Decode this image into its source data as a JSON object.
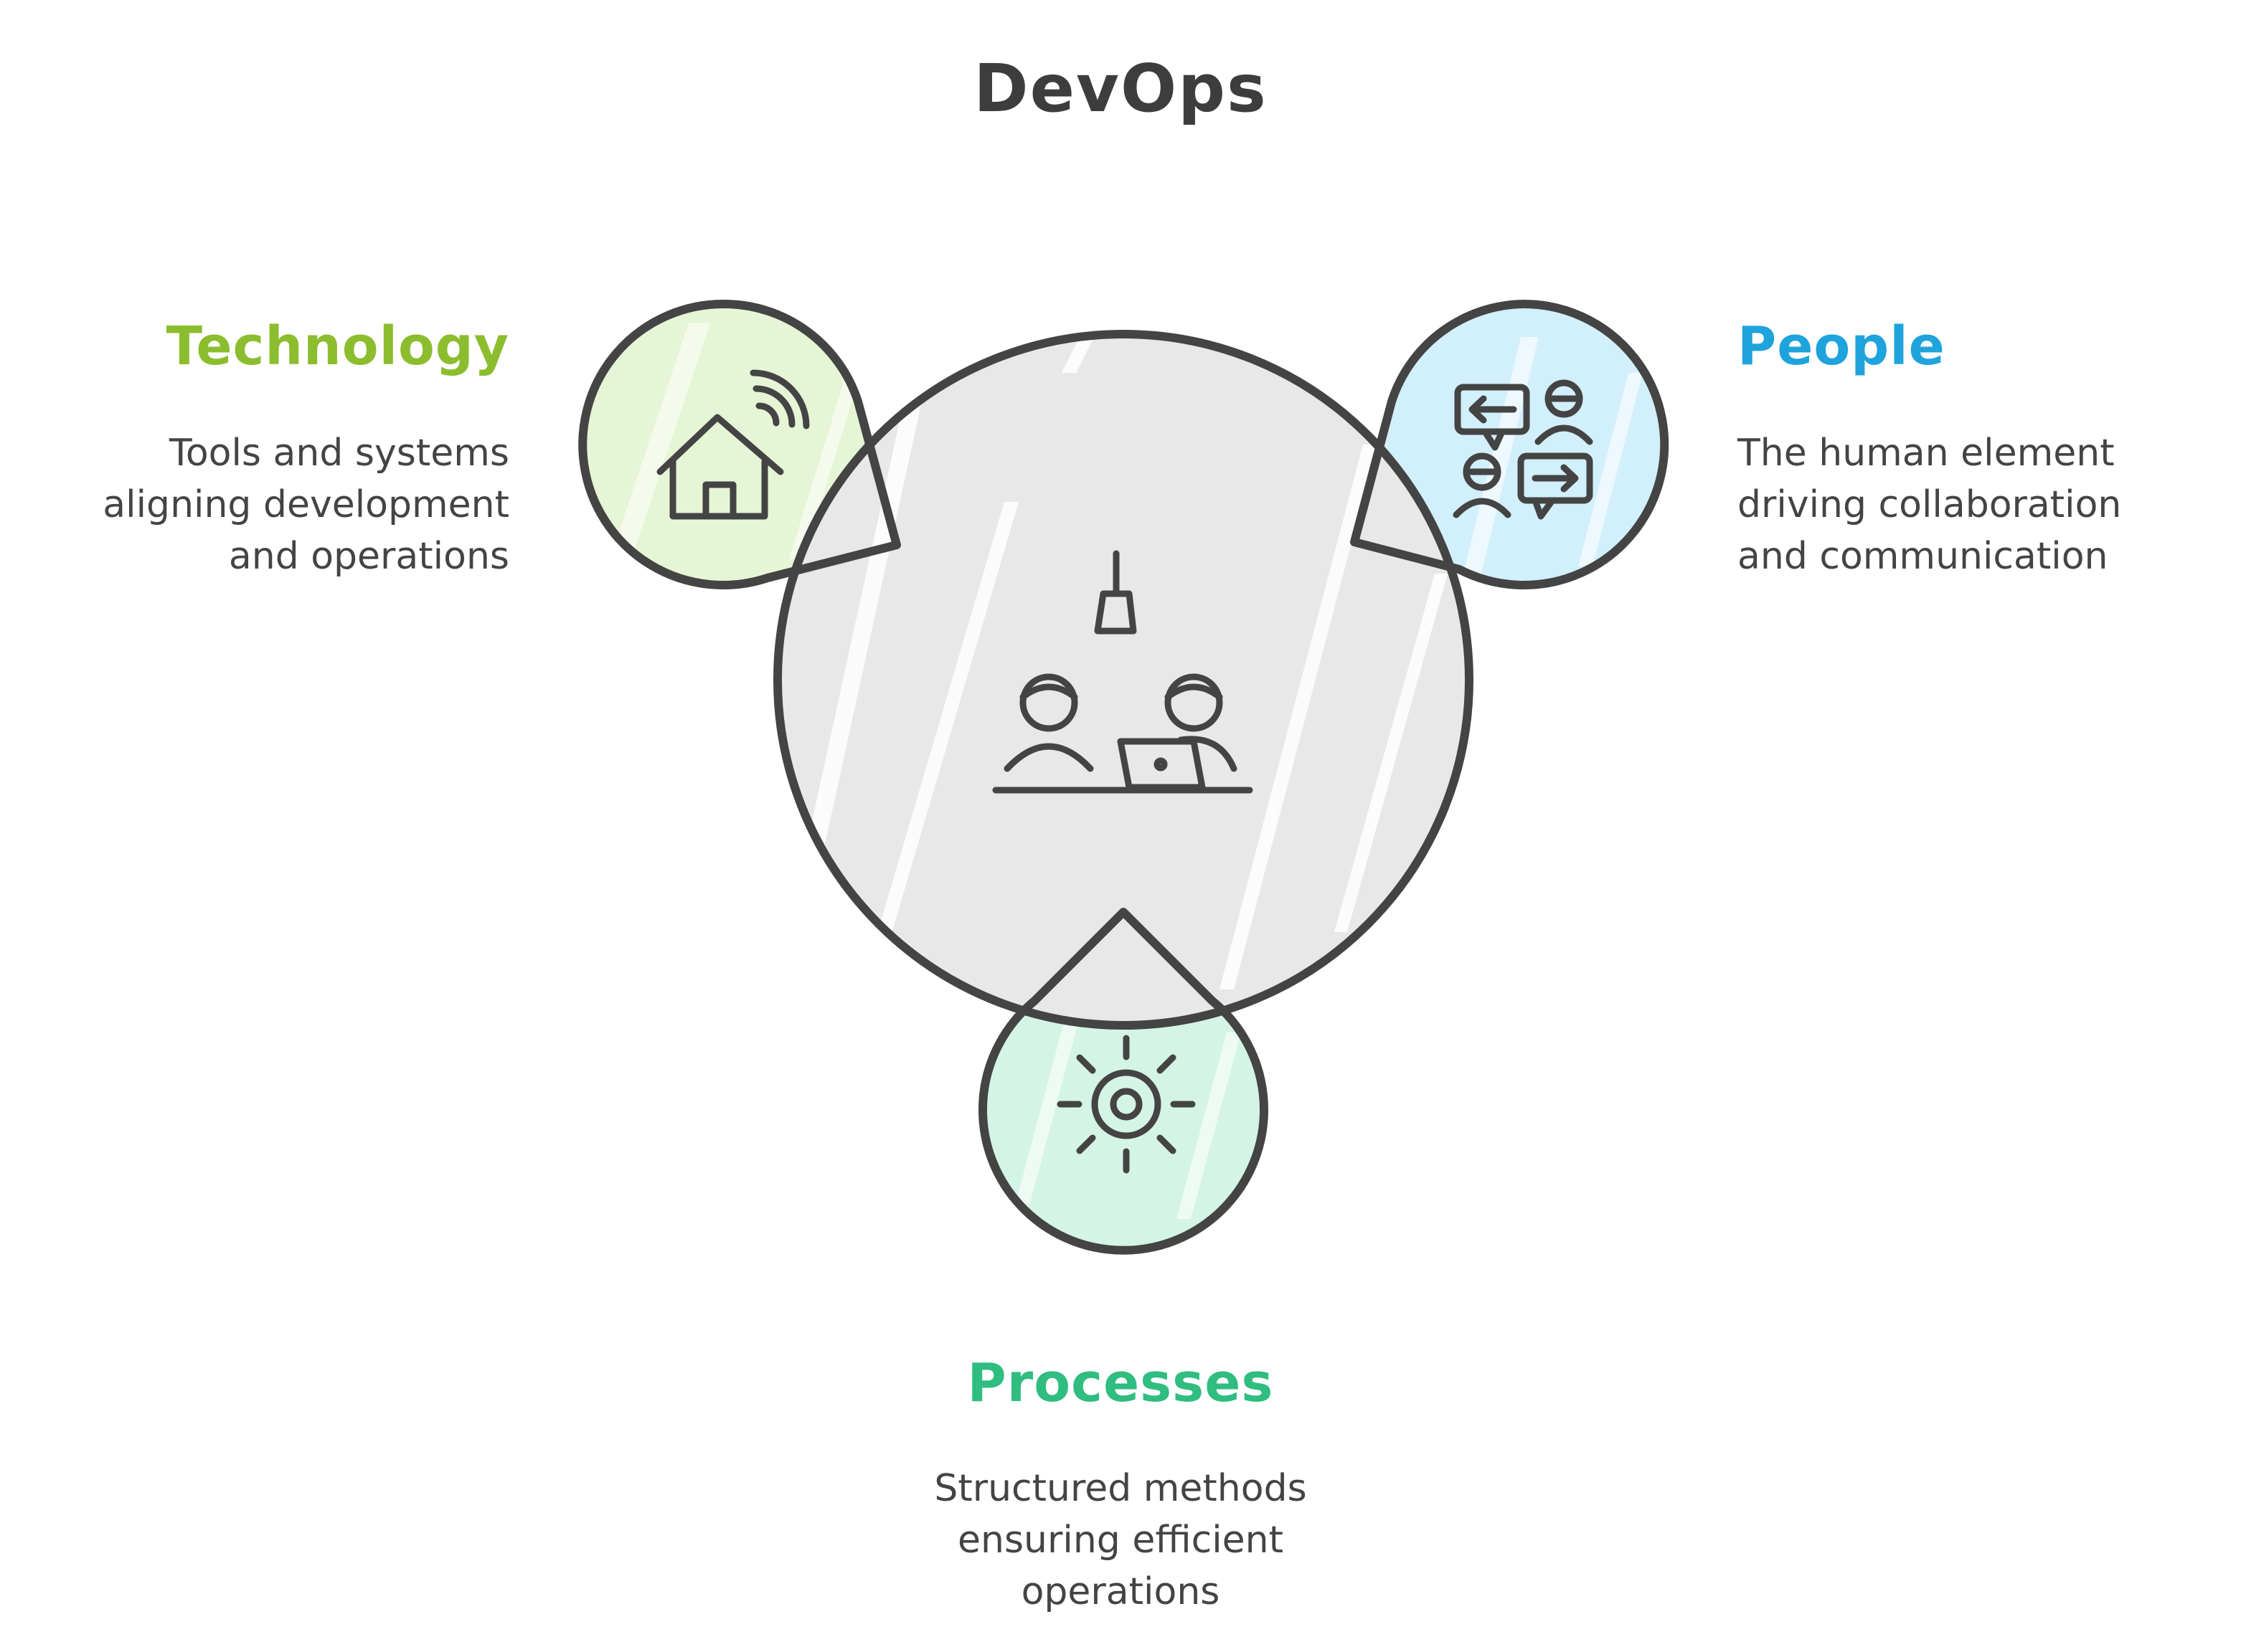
{
  "title": "DevOps",
  "center": {
    "icon": "team-meeting-icon"
  },
  "sections": {
    "technology": {
      "heading": "Technology",
      "desc_lines": [
        "Tools and systems",
        "aligning development",
        "and operations"
      ],
      "color": "#8cbd2f",
      "fill": "#e6f5d5",
      "icon": "smart-home-icon"
    },
    "people": {
      "heading": "People",
      "desc_lines": [
        "The human element",
        "driving collaboration",
        "and communication"
      ],
      "color": "#1fa3dc",
      "fill": "#d2effc",
      "icon": "conversation-icon"
    },
    "processes": {
      "heading": "Processes",
      "desc_lines": [
        "Structured methods",
        "ensuring efficient",
        "operations"
      ],
      "color": "#2fbd80",
      "fill": "#d4f4e6",
      "icon": "gear-icon"
    }
  },
  "colors": {
    "outline": "#444444",
    "center_fill": "#e8e8e8",
    "text": "#444444"
  }
}
